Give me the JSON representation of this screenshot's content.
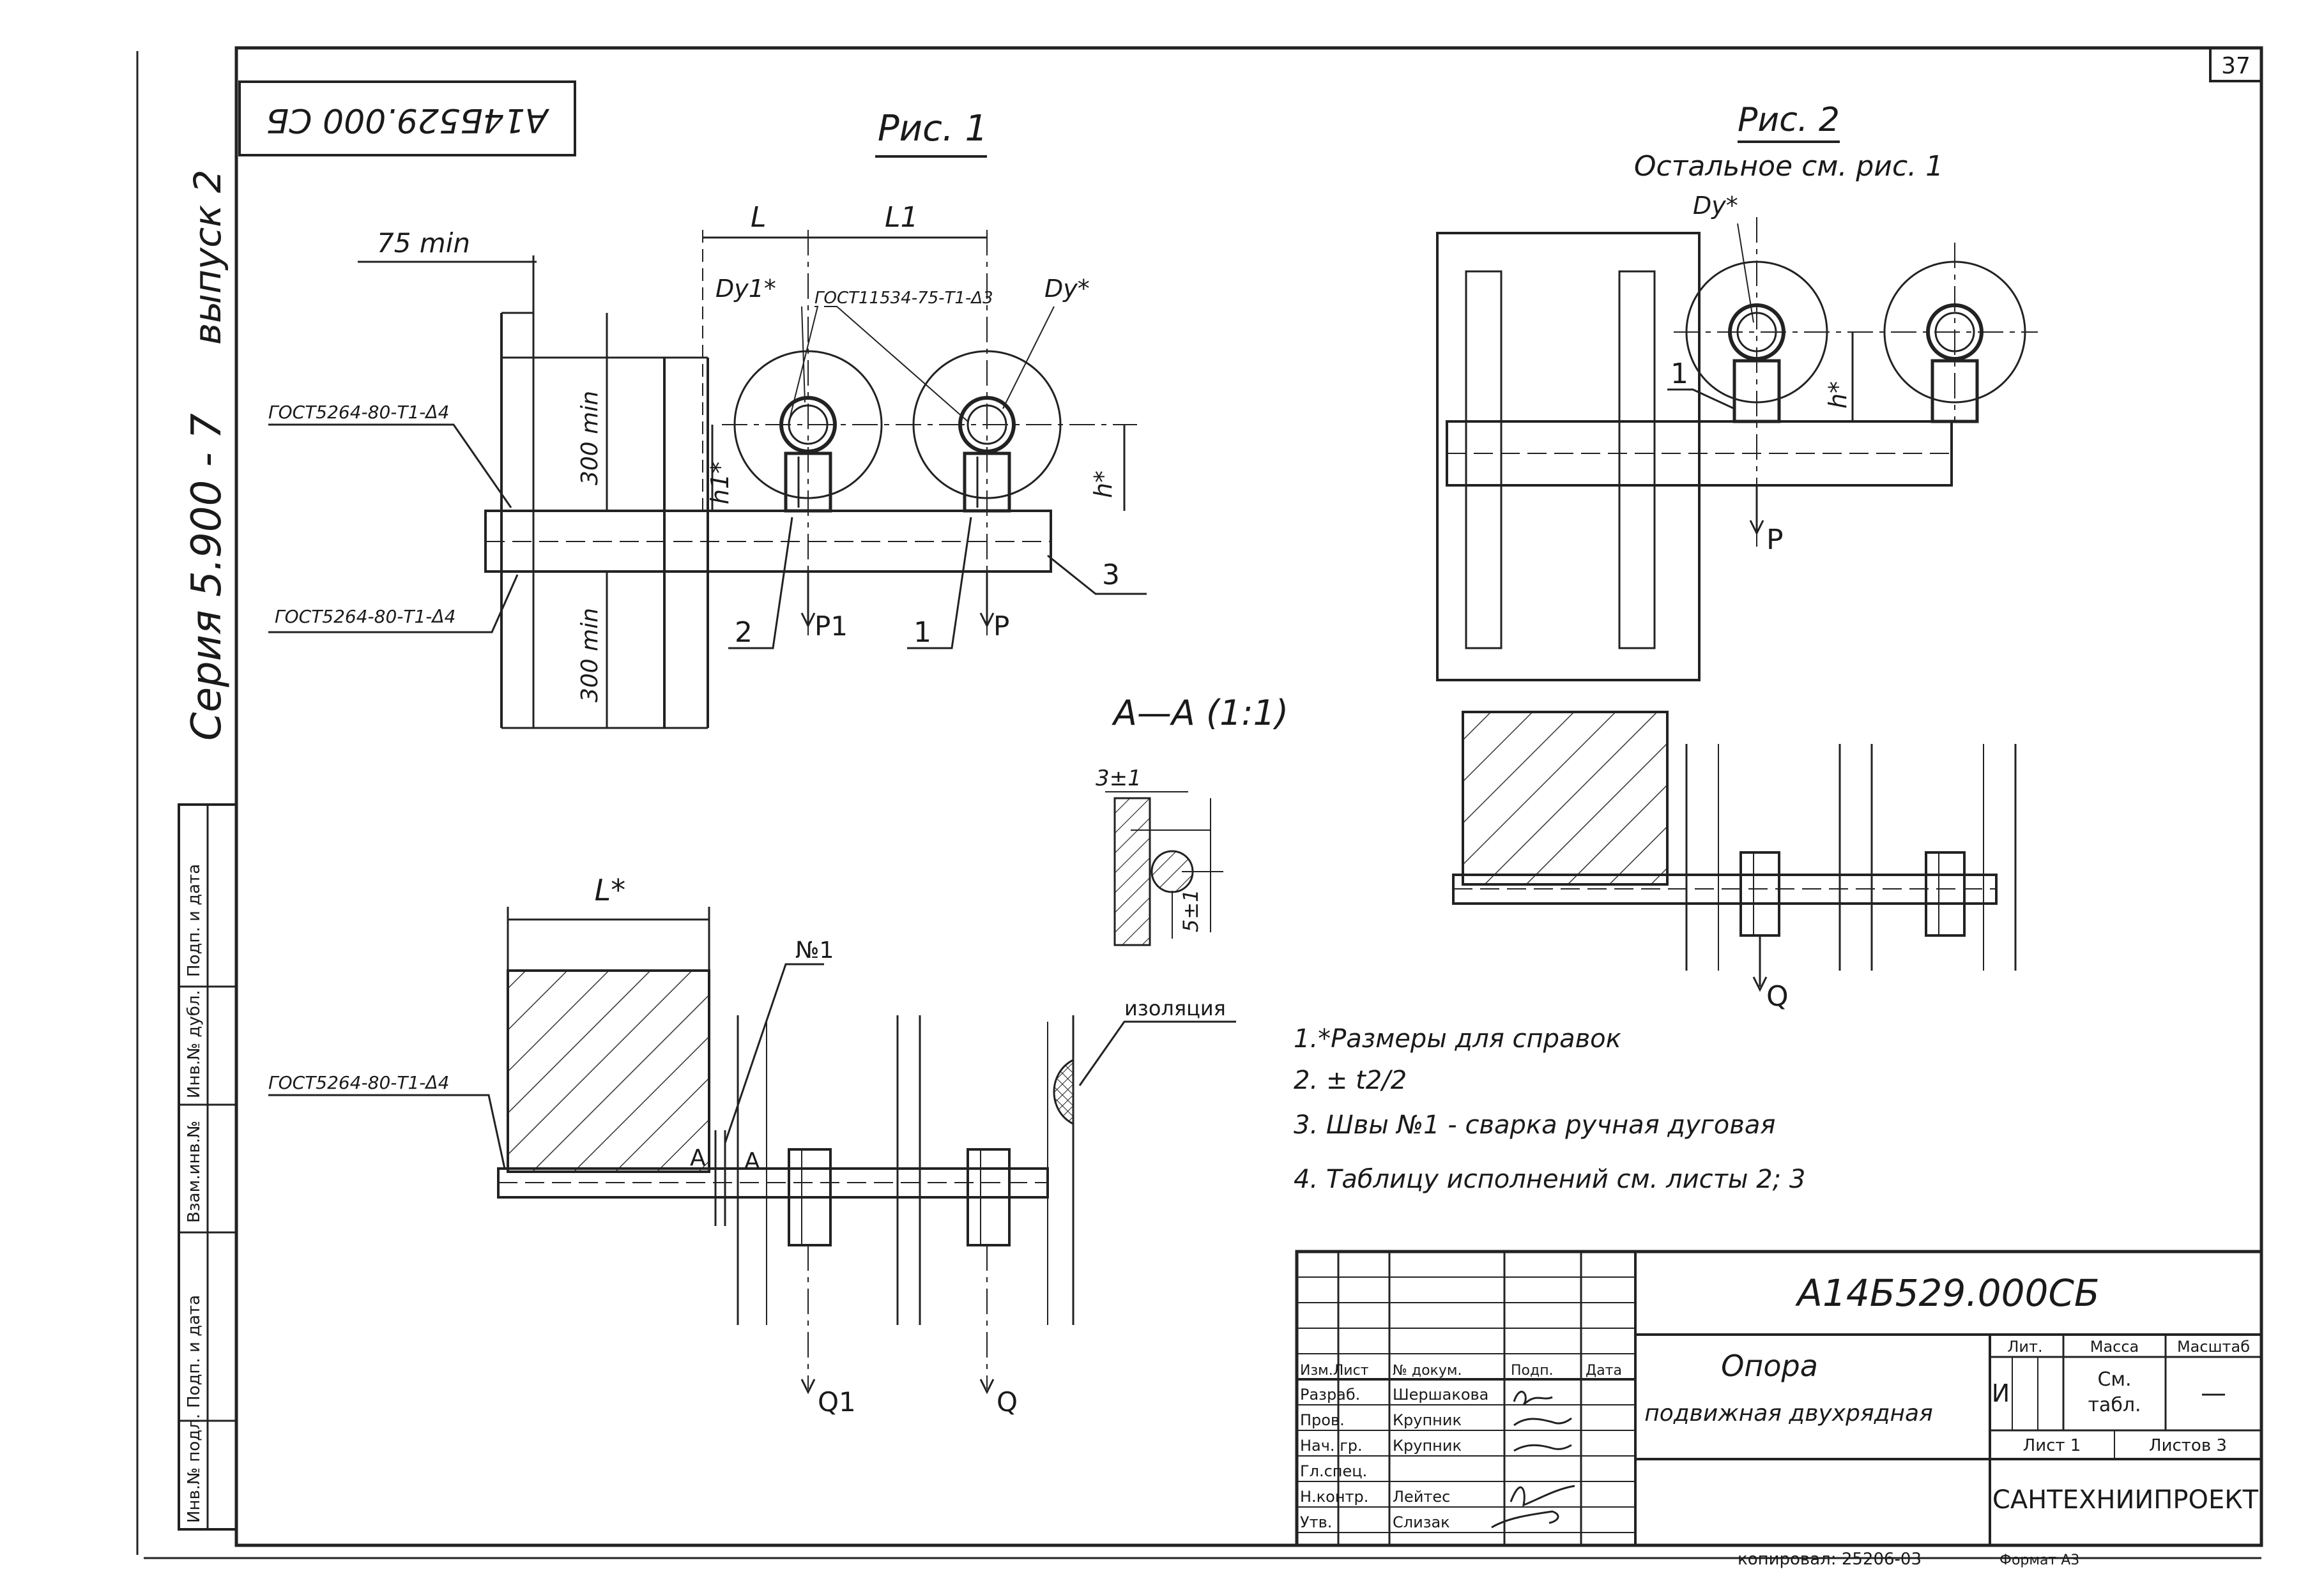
{
  "sheet": {
    "number": "37",
    "doc_code_top": "A14Б529.000 СБ",
    "series": "Серия 5.900 - 7",
    "issue": "выпуск 2",
    "copy_note": "копировал: 25206-03",
    "format_note": "Формат А3"
  },
  "left_strip": {
    "cells": [
      "Подп. и дата",
      "Инв.№ дубл.",
      "Взам.инв.№",
      "Подп. и дата",
      "Инв.№ подл."
    ]
  },
  "fig1": {
    "title": "Рис. 1",
    "dim_75": "75 min",
    "dim_L": "L",
    "dim_L1": "L1",
    "dy1": "Dy1*",
    "dy": "Dy*",
    "gost_weld_top": "ГОСТ11534-75-Т1-Δ3",
    "gost_left_1": "ГОСТ5264-80-Т1-Δ4",
    "gost_left_2": "ГОСТ5264-80-Т1-Δ4",
    "dim_300_top": "300 min",
    "dim_300_bot": "300 min",
    "h1": "h1*",
    "h": "h*",
    "p1": "P1",
    "p": "P",
    "pos_2": "2",
    "pos_1": "1",
    "pos_3": "3"
  },
  "fig2": {
    "title": "Рис. 2",
    "subtitle": "Остальное см. рис. 1",
    "dy": "Dy*",
    "h": "h*",
    "pos_1": "1",
    "p": "P",
    "q": "Q"
  },
  "section": {
    "title": "А—А (1:1)",
    "dim_3": "3±1",
    "dim_5": "5±1"
  },
  "bottom_view": {
    "dim_L": "L*",
    "weld_no": "№1",
    "insulation": "изоляция",
    "gost": "ГОСТ5264-80-Т1-Δ4",
    "sec_a_left": "А",
    "sec_a_right": "А",
    "q1": "Q1",
    "q": "Q"
  },
  "notes": [
    "1.*Размеры для справок",
    "2. ± t2/2",
    "3. Швы №1 - сварка ручная дуговая",
    "4. Таблицу исполнений см. листы 2; 3"
  ],
  "title_block": {
    "code": "А14Б529.000СБ",
    "name_1": "Опора",
    "name_2": "подвижная двухрядная",
    "hdr_lit": "Лит.",
    "hdr_mass": "Масса",
    "hdr_scale": "Масштаб",
    "lit_value": "И",
    "mass_value_1": "См.",
    "mass_value_2": "табл.",
    "scale_value": "—",
    "sheet": "Лист 1",
    "sheets": "Листов 3",
    "org": "САНТЕХНИИПРОЕКТ",
    "col_headers": [
      "Изм.Лист",
      "№ докум.",
      "Подп.",
      "Дата"
    ],
    "rows": [
      {
        "role": "Разраб.",
        "name": "Шершакова"
      },
      {
        "role": "Пров.",
        "name": "Крупник"
      },
      {
        "role": "Нач. гр.",
        "name": "Крупник"
      },
      {
        "role": "Гл.спец.",
        "name": ""
      },
      {
        "role": "Н.контр.",
        "name": "Лейтес"
      },
      {
        "role": "Утв.",
        "name": "Слизак"
      }
    ]
  }
}
